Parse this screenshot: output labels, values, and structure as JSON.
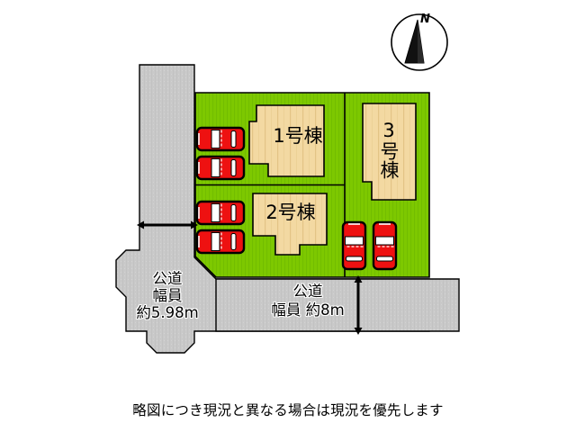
{
  "figure": {
    "type": "site-plan",
    "title_caption": "略図につき現況と異なる場合は現況を優先します"
  },
  "compass": {
    "label": "N",
    "icon": "compass-rose-north"
  },
  "colors": {
    "parcel_green": "#7DC800",
    "parcel_green_stripe": "#6FBC00",
    "building_tan": "#F3D8A0",
    "building_tan_stripe": "#E9C88A",
    "road_gray": "#C8C8C8",
    "road_gray_stripe": "#C0C0C0",
    "car_red": "#EE1111",
    "car_white": "#FFFFFF",
    "outline_black": "#000000"
  },
  "lots": [
    {
      "id": "lot-1",
      "building_label": "1号棟",
      "orientation": "horizontal",
      "parking_spaces": 2
    },
    {
      "id": "lot-2",
      "building_label": "2号棟",
      "orientation": "horizontal",
      "parking_spaces": 2
    },
    {
      "id": "lot-3",
      "building_label": "3号棟",
      "orientation": "vertical",
      "parking_spaces": 2
    }
  ],
  "roads": [
    {
      "id": "road-west",
      "line1": "公道",
      "line2": "幅員",
      "line3": "約5.98m",
      "width_value": "約5.98m",
      "dimension_arrow": "horizontal-double-arrow"
    },
    {
      "id": "road-south",
      "line1": "公道",
      "line2": "幅員 約8m",
      "width_value": "約8m",
      "dimension_arrow": "vertical-double-arrow"
    }
  ]
}
